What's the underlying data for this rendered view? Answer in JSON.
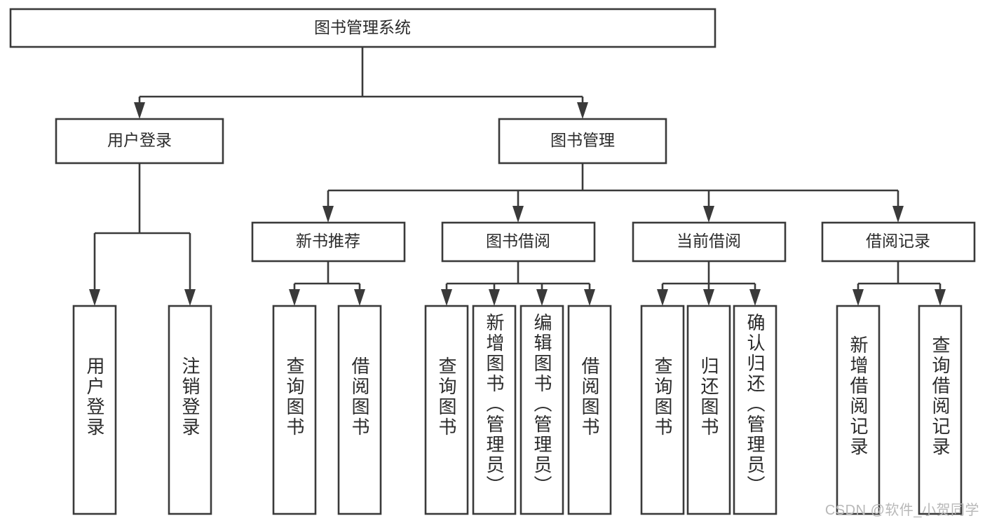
{
  "diagram": {
    "title": "图书管理系统",
    "type": "tree-hierarchy-chart",
    "colors": {
      "background": "#ffffff",
      "box_fill": "#ffffff",
      "box_stroke": "#3a3a3a",
      "text": "#2b2b2b",
      "watermark": "#b8b8b8"
    },
    "root": {
      "label": "图书管理系统"
    },
    "level2": [
      {
        "label": "用户登录"
      },
      {
        "label": "图书管理"
      }
    ],
    "level3": [
      {
        "label": "新书推荐"
      },
      {
        "label": "图书借阅"
      },
      {
        "label": "当前借阅"
      },
      {
        "label": "借阅记录"
      }
    ],
    "leaves": {
      "user_login": [
        {
          "label": "用户登录"
        },
        {
          "label": "注销登录"
        }
      ],
      "new_book_recommend": [
        {
          "label": "查询图书"
        },
        {
          "label": "借阅图书"
        }
      ],
      "book_borrow": [
        {
          "label": "查询图书"
        },
        {
          "label": "新增图书（管理员）"
        },
        {
          "label": "编辑图书（管理员）"
        },
        {
          "label": "借阅图书"
        }
      ],
      "current_borrow": [
        {
          "label": "查询图书"
        },
        {
          "label": "归还图书"
        },
        {
          "label": "确认归还（管理员）"
        }
      ],
      "borrow_record": [
        {
          "label": "新增借阅记录"
        },
        {
          "label": "查询借阅记录"
        }
      ]
    }
  },
  "watermark": {
    "text": "CSDN @软件_小贺同学"
  }
}
